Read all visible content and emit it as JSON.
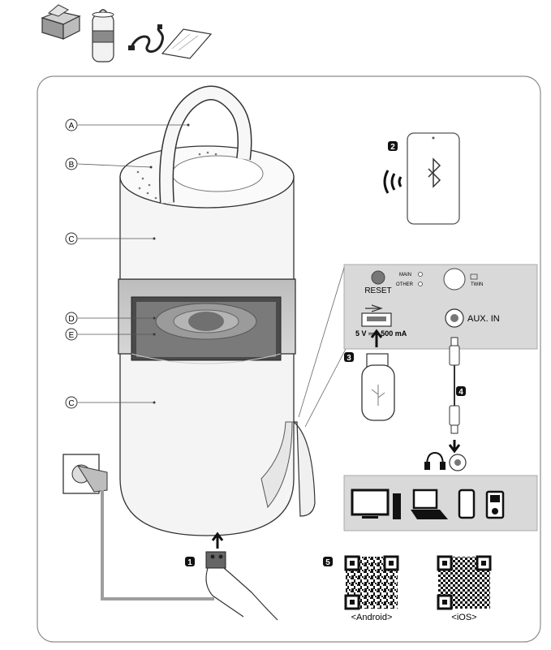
{
  "callouts": {
    "a": "A",
    "b": "B",
    "c1": "C",
    "d": "D",
    "e": "E",
    "c2": "C"
  },
  "steps": {
    "one": "1",
    "two": "2",
    "three": "3",
    "four": "4",
    "five": "5"
  },
  "rear_panel": {
    "reset": "RESET",
    "main": "MAIN",
    "other": "OTHER",
    "twin": "TWIN",
    "usb_rating": "5 V ══ 500 mA",
    "aux": "AUX. IN"
  },
  "qr": {
    "android": "<Android>",
    "ios": "<iOS>"
  },
  "icons": [
    "box-icon",
    "speaker-icon",
    "cable-icon",
    "manual-icon",
    "bluetooth-icon",
    "usb-icon",
    "headphones-icon",
    "tv-icon",
    "laptop-icon",
    "phone-icon",
    "mp3-player-icon",
    "qr-code-icon"
  ]
}
